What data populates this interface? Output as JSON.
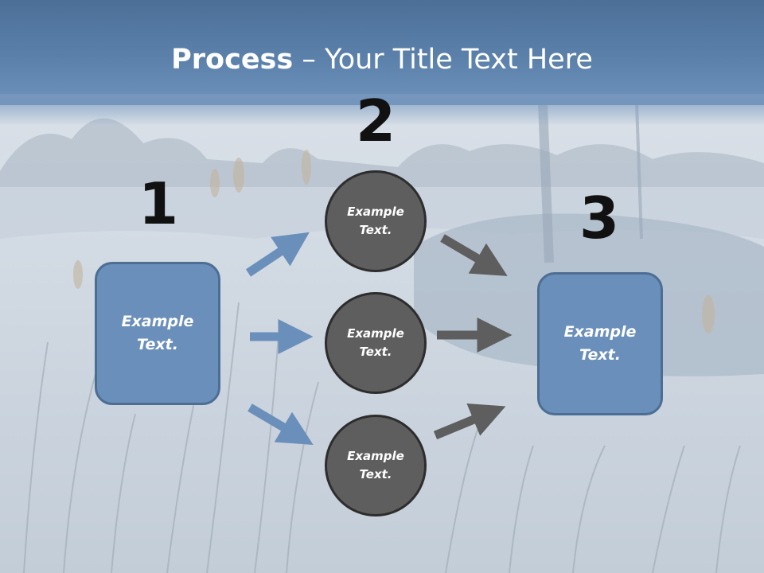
{
  "title": {
    "bold": "Process",
    "rest": " – Your Title Text Here"
  },
  "steps": [
    {
      "number": "1",
      "text": "Example Text."
    },
    {
      "number": "2",
      "text": "Example Text."
    },
    {
      "number": "3",
      "text": "Example Text."
    }
  ],
  "middle_circles": [
    {
      "text": "Example Text."
    },
    {
      "text": "Example Text."
    },
    {
      "text": "Example Text."
    }
  ],
  "colors": {
    "box_fill": "#6a8fba",
    "box_border": "#4d6e94",
    "circle_fill": "#5e5e5e",
    "circle_border": "#2d2d2d",
    "arrow_blue": "#6a8fba",
    "arrow_gray": "#5e5e5e",
    "header": "#5b81ab"
  }
}
